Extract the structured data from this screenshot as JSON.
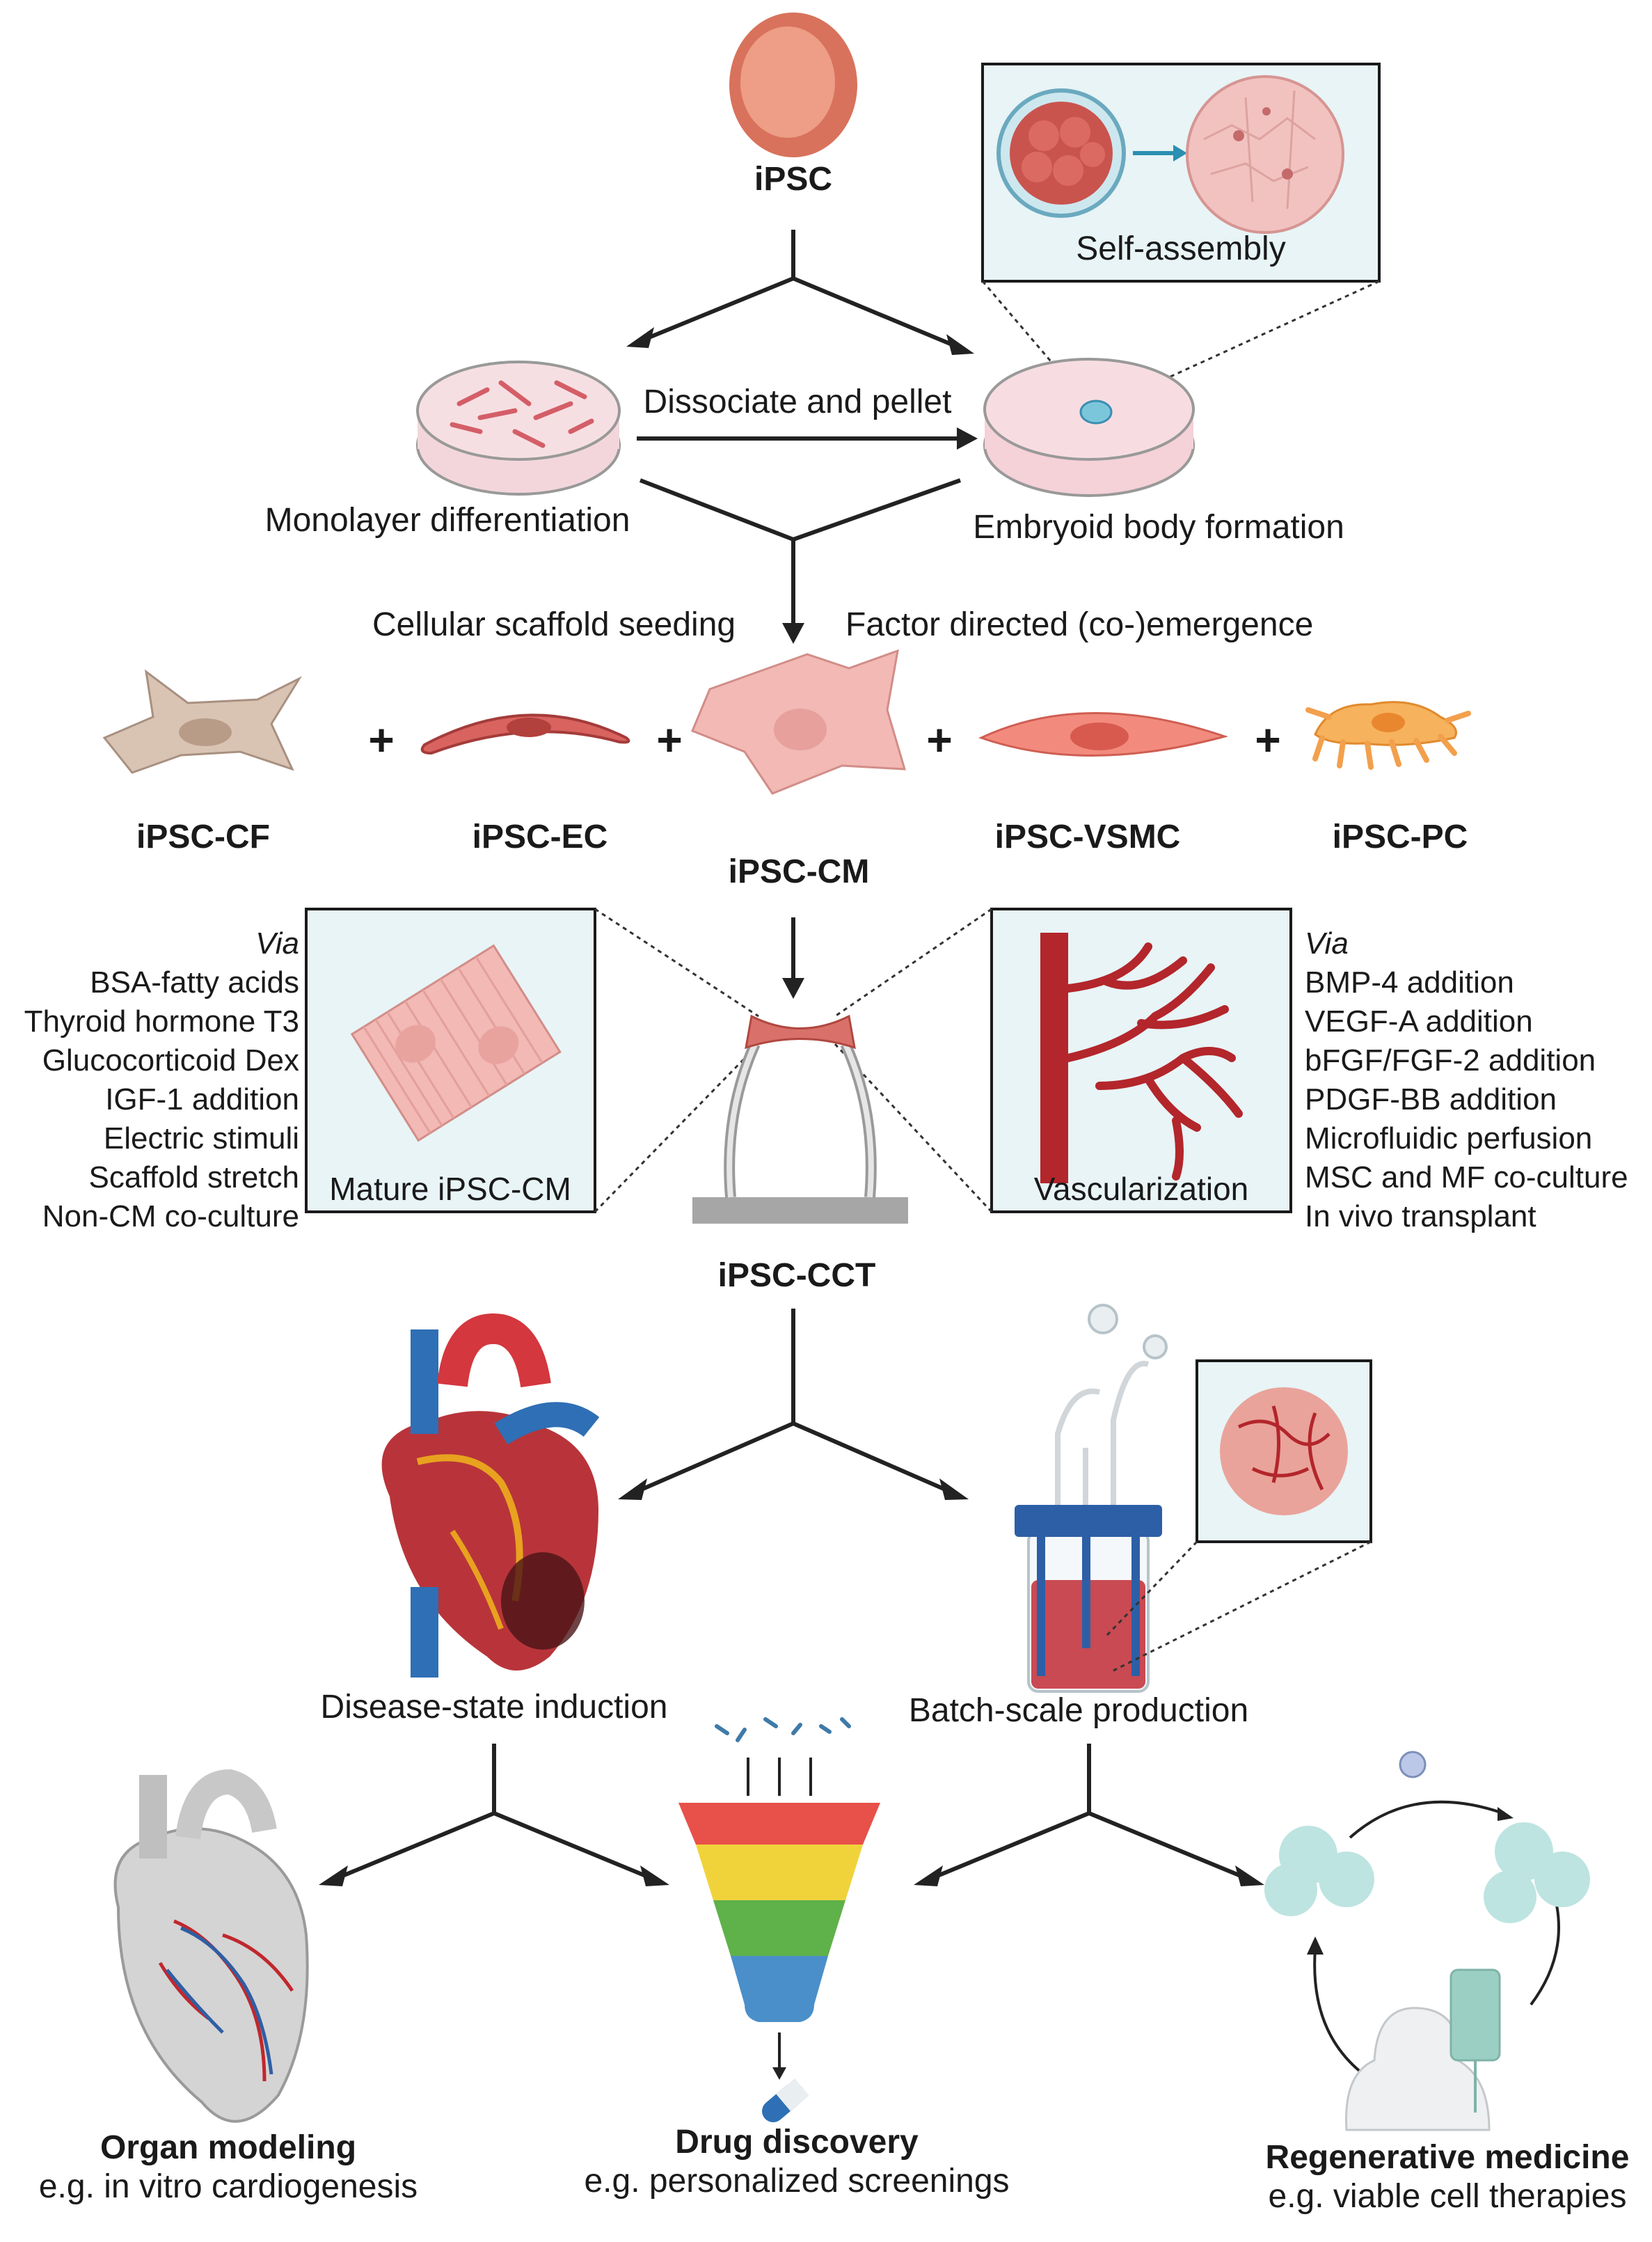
{
  "stages": {
    "ipsc": "iPSC",
    "self_assembly": "Self-assembly",
    "dissociate": "Dissociate and pellet",
    "monolayer": "Monolayer differentiation",
    "embryoid": "Embryoid body formation",
    "scaffold_seeding": "Cellular scaffold seeding",
    "factor_directed": "Factor directed (co-)emergence",
    "cct": "iPSC-CCT",
    "disease_state": "Disease-state induction",
    "batch_scale": "Batch-scale production"
  },
  "cell_types": [
    {
      "label": "iPSC-CF",
      "color": "#d9c4b4"
    },
    {
      "label": "iPSC-EC",
      "color": "#d9635f"
    },
    {
      "label": "iPSC-CM",
      "color": "#f2b9b5"
    },
    {
      "label": "iPSC-VSMC",
      "color": "#f28b7d"
    },
    {
      "label": "iPSC-PC",
      "color": "#f6b25c"
    }
  ],
  "plus_sign": "+",
  "maturation": {
    "via": "Via",
    "methods": [
      "BSA-fatty acids",
      "Thyroid hormone T3",
      "Glucocorticoid Dex",
      "IGF-1 addition",
      "Electric stimuli",
      "Scaffold stretch",
      "Non-CM co-culture"
    ],
    "box_label": "Mature iPSC-CM"
  },
  "vascularization": {
    "via": "Via",
    "methods": [
      "BMP-4 addition",
      "VEGF-A addition",
      "bFGF/FGF-2 addition",
      "PDGF-BB addition",
      "Microfluidic perfusion",
      "MSC and MF co-culture",
      "In vivo transplant"
    ],
    "box_label": "Vascularization"
  },
  "applications": [
    {
      "title": "Organ modeling",
      "subtitle": "e.g. in vitro cardiogenesis"
    },
    {
      "title": "Drug discovery",
      "subtitle": "e.g. personalized screenings"
    },
    {
      "title": "Regenerative medicine",
      "subtitle": "e.g. viable cell therapies"
    }
  ],
  "colors": {
    "box_fill": "#e8f4f6",
    "arrow": "#222222",
    "cell_red": "#e98e79",
    "vessel": "#b3262b",
    "funnel": [
      "#e8504a",
      "#f0d33b",
      "#5fb14a",
      "#4a8fc9"
    ]
  }
}
